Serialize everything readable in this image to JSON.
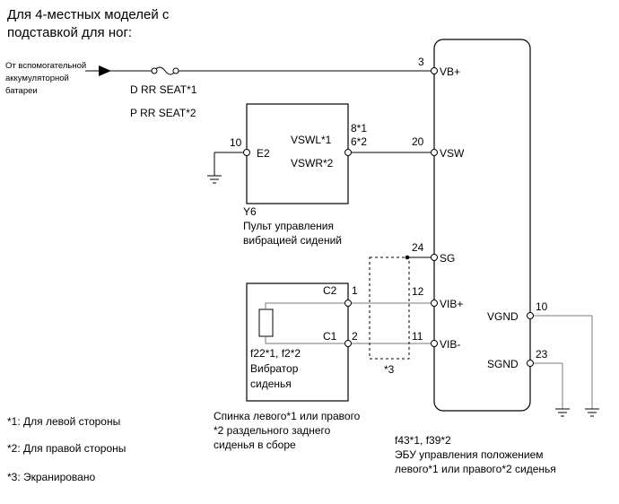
{
  "title_lines": [
    "Для 4-местных моделей с",
    "подставкой для ног:"
  ],
  "source": {
    "lines": [
      "От вспомогательной",
      "аккумуляторной",
      "батареи"
    ]
  },
  "fuses": [
    "D RR SEAT*1",
    "P RR SEAT*2"
  ],
  "switch": {
    "code": "Y6",
    "name_lines": [
      "Пульт управления",
      "вибрацией сидений"
    ],
    "pin_e2": "E2",
    "pin_e2_num": "10",
    "pin_vsw_lines": [
      "VSWL*1",
      "VSWR*2"
    ],
    "pin_vsw_nums": [
      "8*1",
      "6*2"
    ]
  },
  "vibrator": {
    "code": "f22*1, f2*2",
    "name_lines": [
      "Вибратор",
      "сиденья"
    ],
    "pin_c2": "C2",
    "pin_c2_num": "1",
    "pin_c1": "C1",
    "pin_c1_num": "2"
  },
  "seatback_lines": [
    "Спинка левого*1 или правого",
    "*2 раздельного заднего",
    "сиденья в сборе"
  ],
  "shield_label": "*3",
  "ecu": {
    "code": "f43*1, f39*2",
    "name_lines": [
      "ЭБУ управления положением",
      "левого*1 или правого*2 сиденья"
    ],
    "pins_left": [
      {
        "num": "3",
        "name": "VB+"
      },
      {
        "num": "20",
        "name": "VSW"
      },
      {
        "num": "24",
        "name": "SG"
      },
      {
        "num": "12",
        "name": "VIB+"
      },
      {
        "num": "11",
        "name": "VIB-"
      }
    ],
    "pins_right": [
      {
        "num": "10",
        "name": "VGND"
      },
      {
        "num": "23",
        "name": "SGND"
      }
    ]
  },
  "notes": [
    "*1: Для левой стороны",
    "*2: Для правой стороны",
    "*3: Экранировано"
  ],
  "colors": {
    "wire": "#000000",
    "shield_wire": "#7a7a7a"
  }
}
